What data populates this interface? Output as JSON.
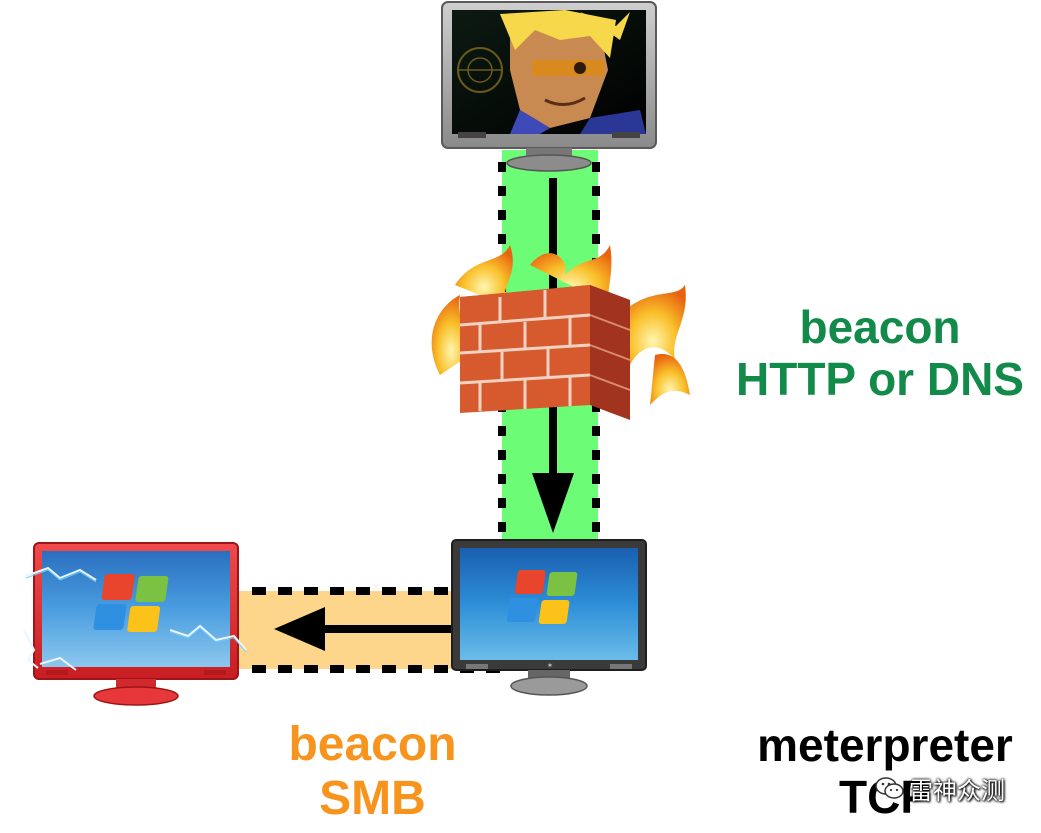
{
  "labels": {
    "http_beacon": {
      "line1": "beacon",
      "line2": "HTTP or DNS",
      "color": "#118a4a"
    },
    "smb_beacon": {
      "line1": "beacon",
      "line2": "SMB",
      "color": "#f7941d"
    },
    "meterpreter": {
      "line1": "meterpreter",
      "line2": "TCP"
    }
  },
  "watermark": {
    "text": "雷神众测"
  },
  "colors": {
    "http_channel": "#6dfc76",
    "smb_channel": "#fdd68c",
    "dashed_border": "#000000",
    "arrow": "#000000",
    "attacker_monitor": "#3a3a3a",
    "pivot_monitor": "#3a3a3a",
    "target_monitor": "#e8282b",
    "brick": "#d65a2e",
    "flame": "#f7a21b"
  },
  "icons": [
    "attacker-monitor-icon",
    "firewall-icon",
    "windows-monitor-icon",
    "infected-windows-monitor-icon"
  ]
}
